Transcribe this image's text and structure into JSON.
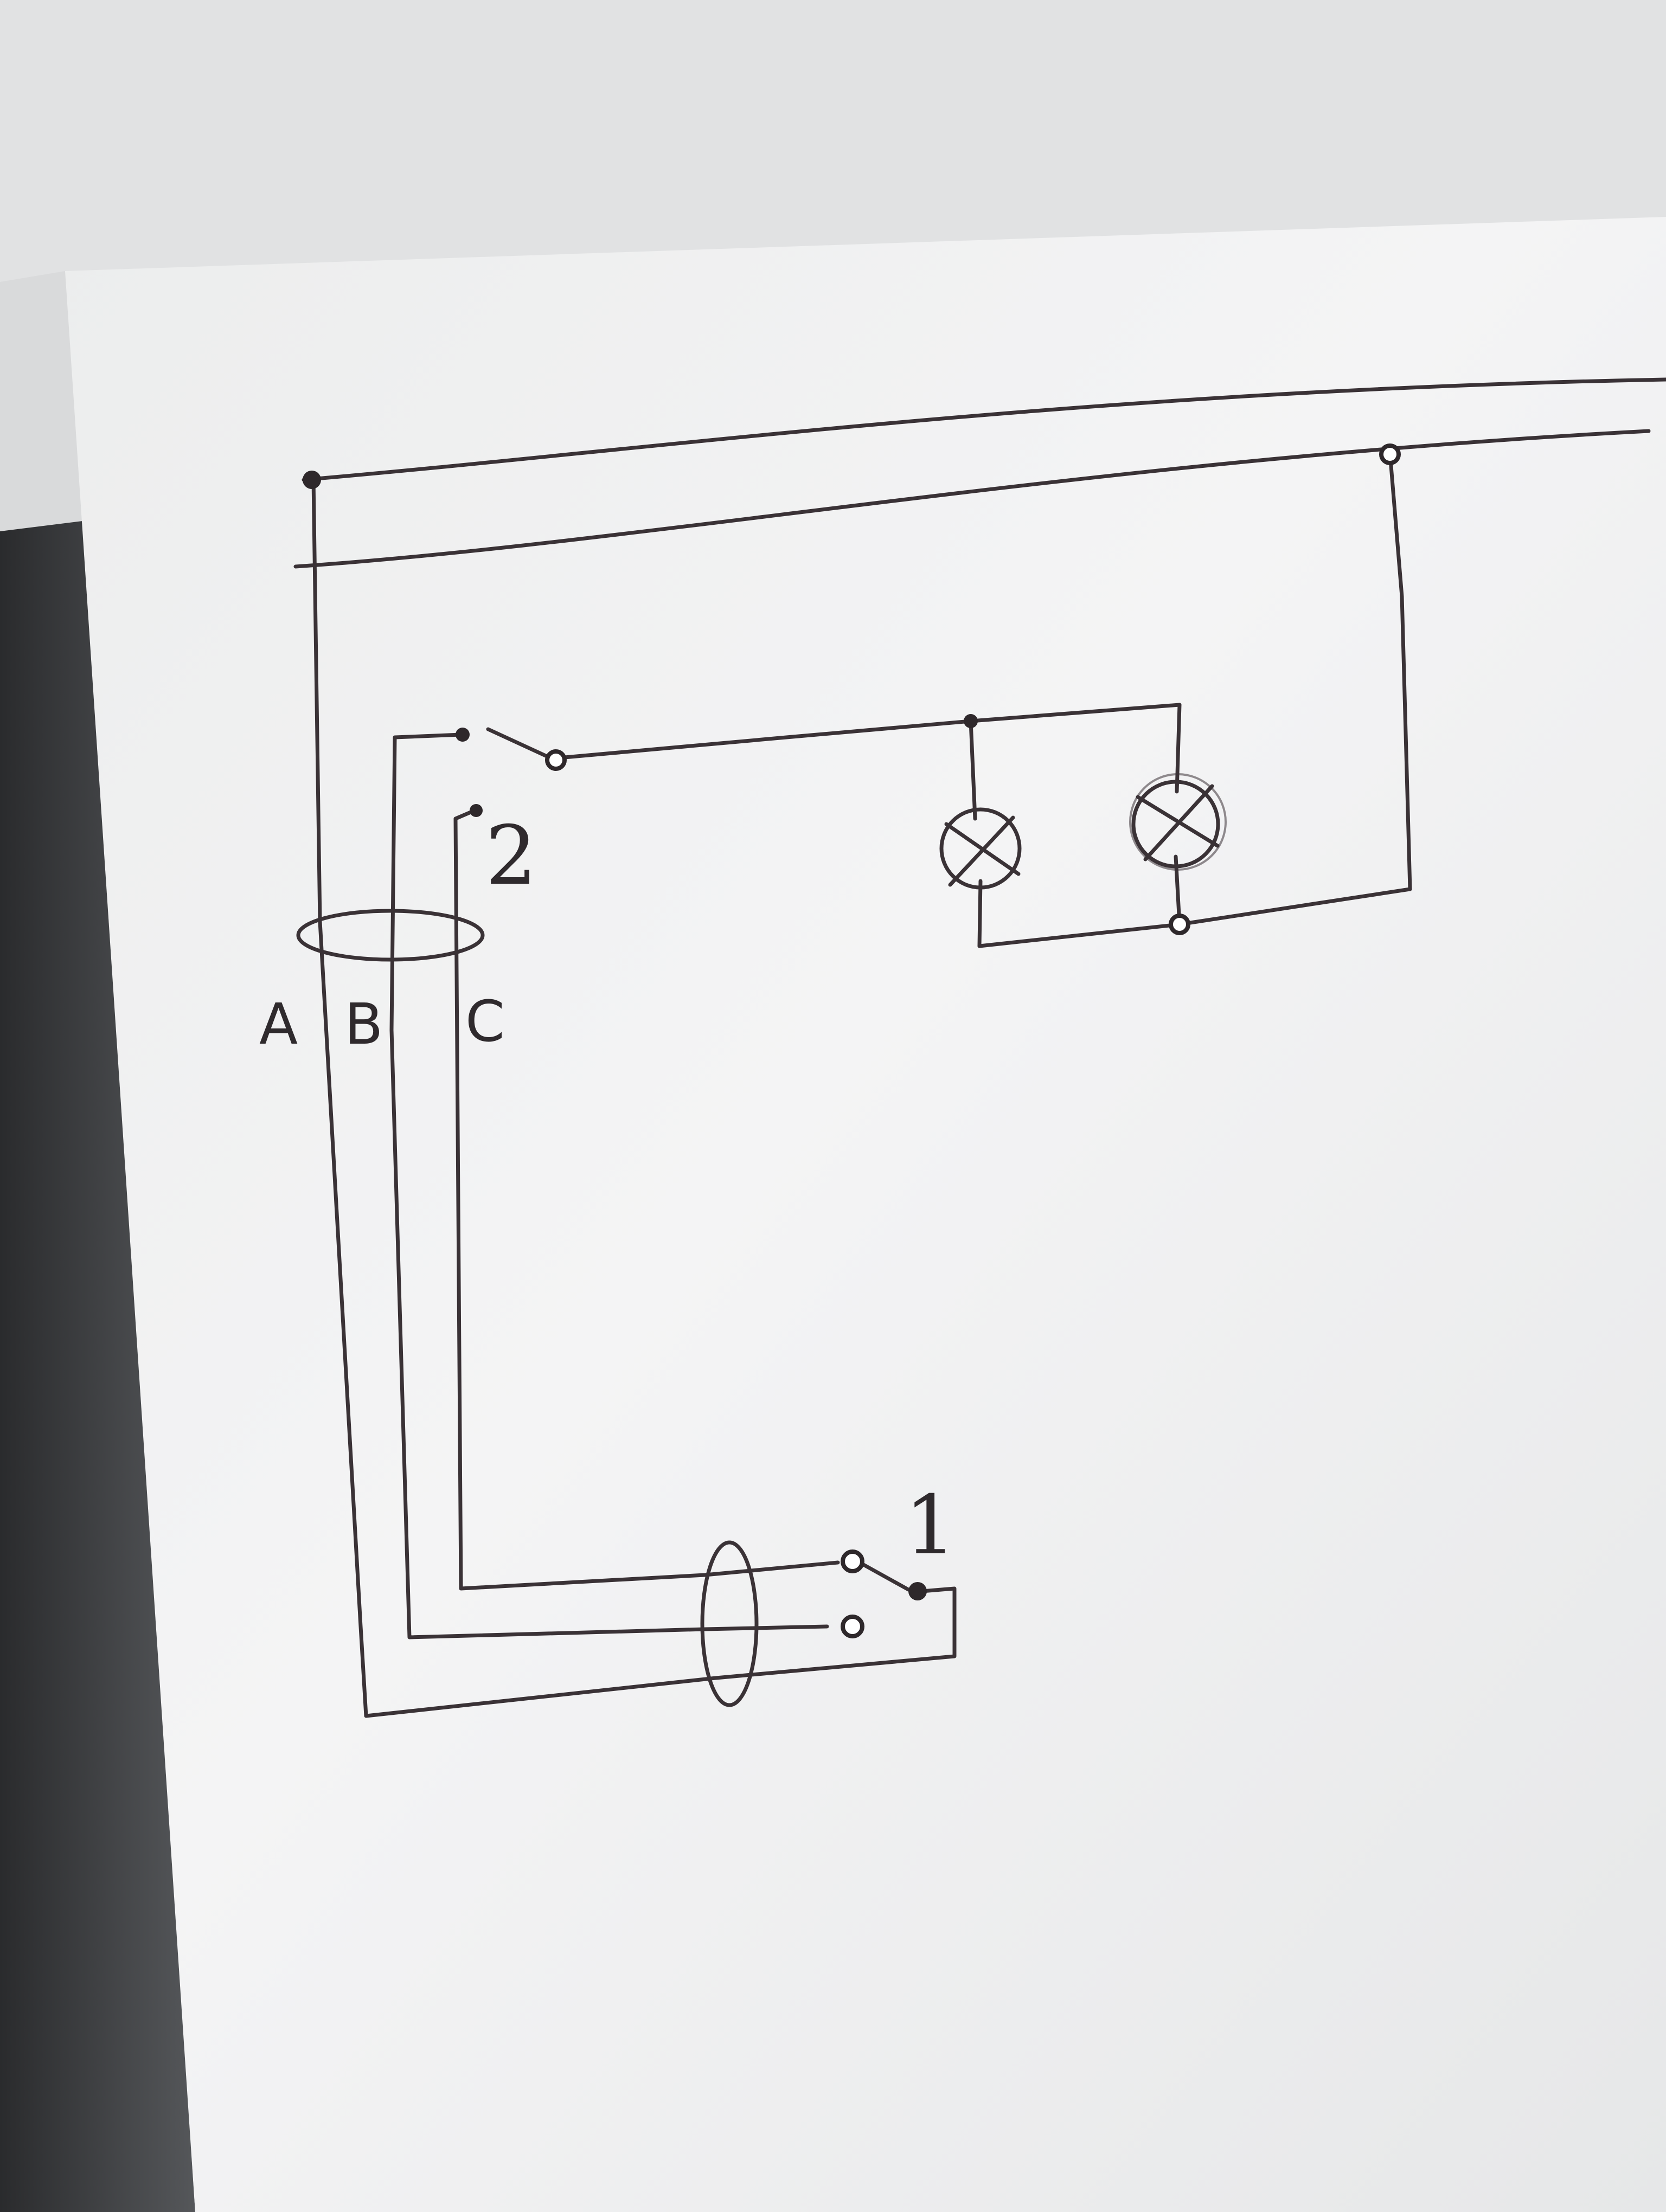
{
  "colors": {
    "paper": "#f3f3f4",
    "ink": "#3a3236",
    "backdrop": "#8d8f92"
  },
  "diagram": {
    "wire_labels": [
      "A",
      "B",
      "C"
    ],
    "switch_labels": [
      "2",
      "1"
    ],
    "components": [
      "supply-line-top",
      "supply-line-bottom",
      "switch-2",
      "switch-1",
      "lamp-1",
      "lamp-2",
      "cable-bundle-top",
      "cable-bundle-bottom"
    ]
  }
}
